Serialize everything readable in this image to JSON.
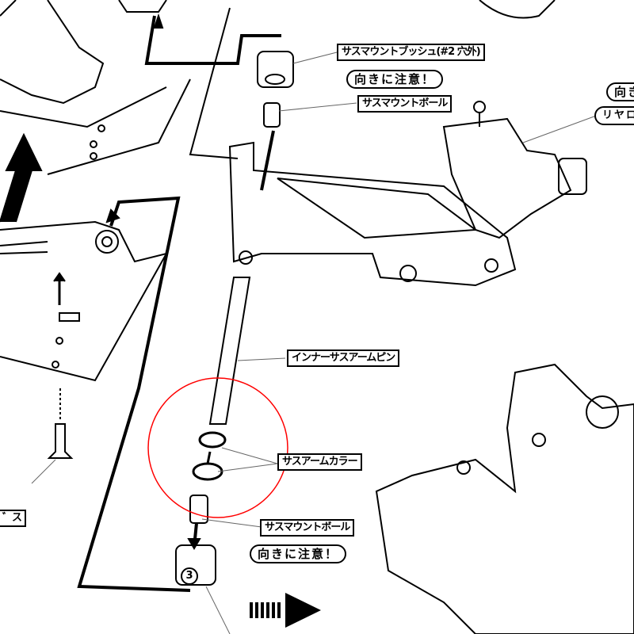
{
  "labels": {
    "bushing": "サスマウントブッシュ(#2 穴外)",
    "caution_top": "向きに注意！",
    "ball_top": "サスマウントボール",
    "inner_pin": "インナーサスアームピン",
    "collar": "サスアームカラー",
    "ball_bottom": "サスマウントボール",
    "caution_bottom": "向きに注意！",
    "caution_right_partial": "向き",
    "rear_lower_partial": "リヤロアサ",
    "screw_partial": "゛ス",
    "bushing_number": "3"
  },
  "colors": {
    "highlight_circle": "#ff0000",
    "line": "#000000"
  }
}
